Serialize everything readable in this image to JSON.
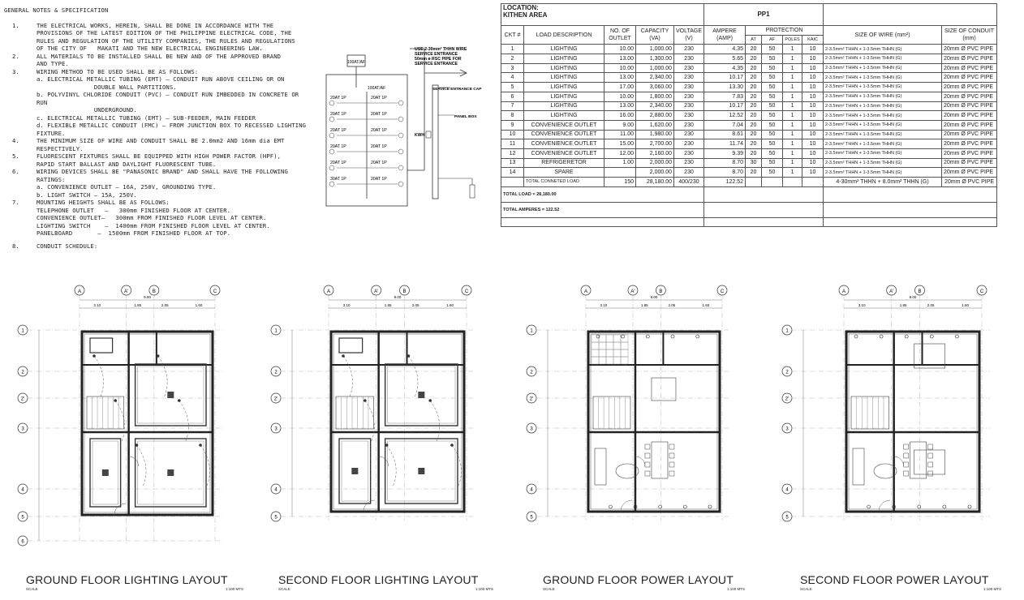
{
  "notes": {
    "title": "GENERAL NOTES & SPECIFICATION",
    "items": [
      {
        "num": "1.",
        "text": "THE ELECTRICAL WORKS, HEREIN, SHALL BE DONE IN ACCORDANCE WITH THE\nPROVISIONS OF THE LATEST EDITION OF THE PHILIPPINE ELECTRICAL CODE, THE\nRULES AND REGULATION OF THE UTILITY COMPANIES, THE RULES AND REGULATIONS\nOF THE CITY OF   MAKATI AND THE NEW ELECTRICAL ENGINEERING LAW."
      },
      {
        "num": "2.",
        "text": "ALL MATERIALS TO BE INSTALLED SHALL BE NEW AND OF THE APPROVED BRAND\nAND TYPE."
      },
      {
        "num": "3.",
        "text": "WIRING METHOD TO BE USED SHALL BE AS FOLLOWS:\na. ELECTRICAL METALLIC TUBING (EMT) — CONDUIT RUN ABOVE CEILING OR ON\n                DOUBLE WALL PARTITIONS.\nb. POLYVINYL CHLORIDE CONDUIT (PVC) — CONDUIT RUN IMBEDDED IN CONCRETE OR RUN\n                UNDERGROUND.\nc. ELECTRICAL METALLIC TUBING (EMT) — SUB-FEEDER, MAIN FEEDER\nd. FLEXIBLE METALLIC CONDUIT (FMC) — FROM JUNCTION BOX TO RECESSED LIGHTING FIXTURE."
      },
      {
        "num": "4.",
        "text": "THE MINIMUM SIZE OF WIRE AND CONDUIT SHALL BE 2.0mm2 AND 16mm dia EMT\nRESPECTIVELY."
      },
      {
        "num": "5.",
        "text": "FLUORESCENT FIXTURES SHALL BE EQUIPPED WITH HIGH POWER FACTOR (HPF),\nRAPID START BALLAST AND DAYLIGHT FLUORESCENT TUBE."
      },
      {
        "num": "6.",
        "text": "WIRING DEVICES SHALL BE \"PANASONIC BRAND\" AND SHALL HAVE THE FOLLOWING RATINGS:\na. CONVENIENCE OUTLET — 16A, 250V, GROUNDING TYPE.\nb. LIGHT SWITCH — 15A, 250V."
      },
      {
        "num": "7.",
        "text": "MOUNTING HEIGHTS SHALL BE AS FOLLOWS:\nTELEPHONE OUTLET   —   300mm FINISHED FLOOR AT CENTER.\nCONVENIENCE OUTLET—   300mm FROM FINISHED FLOOR LEVEL AT CENTER.\nLIGHTING SWITCH    —  1400mm FROM FINISHED FLOOR LEVEL AT CENTER.\nPANELBOARD       —  1500mm FROM FINISHED FLOOR AT TOP."
      },
      {
        "num": "8.",
        "text": "CONDUIT SCHEDULE:"
      }
    ]
  },
  "panel_diagram": {
    "main_breaker": "100AT/AF",
    "sub_breaker": "100AT/AF",
    "breakers": [
      "20AT 1P",
      "20AT 1P",
      "20AT 1P",
      "20AT 1P",
      "20AT 1P",
      "20AT 1P",
      "20AT 1P",
      "20AT 1P",
      "20AT 1P",
      "20AT 1P",
      "30AT 1P",
      "20AT 1P"
    ],
    "service_note": "USE 2-30mm² THHN WIRE\nSERVICE ENTRANCE\n50mm ø RSC PIPE FOR\nSERVICE ENTRANCE",
    "entrance_cap": "SERVICE ENTRANCE CAP",
    "panel_box": "PANEL BOX",
    "kwh": "KWH"
  },
  "schedule": {
    "location_label": "LOCATION:",
    "location_value": "KITHEN AREA",
    "panel": "PP1",
    "headers": {
      "ckt": "CKT #",
      "load": "LOAD DESCRIPTION",
      "outlet": "NO. OF OUTLET",
      "capacity": "CAPACITY (VA)",
      "voltage": "VOLTAGE (V)",
      "ampere": "AMPERE (AMP)",
      "protection": "PROTECTION",
      "at": "AT",
      "af": "AF",
      "poles": "POLES",
      "kaic": "KAIC",
      "wire": "SIZE OF WIRE (mm²)",
      "conduit": "SIZE OF CONDUIT (mm)"
    },
    "rows": [
      {
        "ckt": "1",
        "load": "LIGHTING",
        "outlet": "10.00",
        "capacity": "1,000.00",
        "voltage": "230",
        "ampere": "4.35",
        "at": "20",
        "af": "50",
        "poles": "1",
        "kaic": "10",
        "wire": "2-3.5mm² THHN + 1-3.5mm THHN (G)",
        "conduit": "20mm Ø PVC PIPE"
      },
      {
        "ckt": "2",
        "load": "LIGHTING",
        "outlet": "13.00",
        "capacity": "1,300.00",
        "voltage": "230",
        "ampere": "5.65",
        "at": "20",
        "af": "50",
        "poles": "1",
        "kaic": "10",
        "wire": "2-3.5mm² THHN + 1-3.5mm THHN (G)",
        "conduit": "20mm Ø PVC PIPE"
      },
      {
        "ckt": "3",
        "load": "LIGHTING",
        "outlet": "10.00",
        "capacity": "1,000.00",
        "voltage": "230",
        "ampere": "4.35",
        "at": "20",
        "af": "50",
        "poles": "1",
        "kaic": "10",
        "wire": "2-3.5mm² THHN + 1-3.5mm THHN (G)",
        "conduit": "20mm Ø PVC PIPE"
      },
      {
        "ckt": "4",
        "load": "LIGHTING",
        "outlet": "13.00",
        "capacity": "2,340.00",
        "voltage": "230",
        "ampere": "10.17",
        "at": "20",
        "af": "50",
        "poles": "1",
        "kaic": "10",
        "wire": "2-3.5mm² THHN + 1-3.5mm THHN (G)",
        "conduit": "20mm Ø PVC PIPE"
      },
      {
        "ckt": "5",
        "load": "LIGHTING",
        "outlet": "17.00",
        "capacity": "3,060.00",
        "voltage": "230",
        "ampere": "13.30",
        "at": "20",
        "af": "50",
        "poles": "1",
        "kaic": "10",
        "wire": "2-3.5mm² THHN + 1-3.5mm THHN (G)",
        "conduit": "20mm Ø PVC PIPE"
      },
      {
        "ckt": "6",
        "load": "LIGHTING",
        "outlet": "10.00",
        "capacity": "1,800.00",
        "voltage": "230",
        "ampere": "7.83",
        "at": "20",
        "af": "50",
        "poles": "1",
        "kaic": "10",
        "wire": "2-3.5mm² THHN + 1-3.5mm THHN (G)",
        "conduit": "20mm Ø PVC PIPE"
      },
      {
        "ckt": "7",
        "load": "LIGHTING",
        "outlet": "13.00",
        "capacity": "2,340.00",
        "voltage": "230",
        "ampere": "10.17",
        "at": "20",
        "af": "50",
        "poles": "1",
        "kaic": "10",
        "wire": "2-3.5mm² THHN + 1-3.5mm THHN (G)",
        "conduit": "20mm Ø PVC PIPE"
      },
      {
        "ckt": "8",
        "load": "LIGHTING",
        "outlet": "16.00",
        "capacity": "2,880.00",
        "voltage": "230",
        "ampere": "12.52",
        "at": "20",
        "af": "50",
        "poles": "1",
        "kaic": "10",
        "wire": "2-3.5mm² THHN + 1-3.5mm THHN (G)",
        "conduit": "20mm Ø PVC PIPE"
      },
      {
        "ckt": "9",
        "load": "CONVENIENCE OUTLET",
        "outlet": "9.00",
        "capacity": "1,620.00",
        "voltage": "230",
        "ampere": "7.04",
        "at": "20",
        "af": "50",
        "poles": "1",
        "kaic": "10",
        "wire": "2-3.5mm² THHN + 1-3.5mm THHN (G)",
        "conduit": "20mm Ø PVC PIPE"
      },
      {
        "ckt": "10",
        "load": "CONVENIENCE OUTLET",
        "outlet": "11.00",
        "capacity": "1,980.00",
        "voltage": "230",
        "ampere": "8.61",
        "at": "20",
        "af": "50",
        "poles": "1",
        "kaic": "10",
        "wire": "2-3.5mm² THHN + 1-3.5mm THHN (G)",
        "conduit": "20mm Ø PVC PIPE"
      },
      {
        "ckt": "11",
        "load": "CONVENIENCE OUTLET",
        "outlet": "15.00",
        "capacity": "2,700.00",
        "voltage": "230",
        "ampere": "11.74",
        "at": "20",
        "af": "50",
        "poles": "1",
        "kaic": "10",
        "wire": "2-3.5mm² THHN + 1-3.5mm THHN (G)",
        "conduit": "20mm Ø PVC PIPE"
      },
      {
        "ckt": "12",
        "load": "CONVENIENCE OUTLET",
        "outlet": "12.00",
        "capacity": "2,160.00",
        "voltage": "230",
        "ampere": "9.39",
        "at": "20",
        "af": "50",
        "poles": "1",
        "kaic": "10",
        "wire": "2-3.5mm² THHN + 1-3.5mm THHN (G)",
        "conduit": "20mm Ø PVC PIPE"
      },
      {
        "ckt": "13",
        "load": "REFRIGERETOR",
        "outlet": "1.00",
        "capacity": "2,000.00",
        "voltage": "230",
        "ampere": "8.70",
        "at": "30",
        "af": "50",
        "poles": "1",
        "kaic": "10",
        "wire": "2-3.5mm² THHN + 1-3.5mm THHN (G)",
        "conduit": "20mm Ø PVC PIPE"
      },
      {
        "ckt": "14",
        "load": "SPARE",
        "outlet": "",
        "capacity": "2,000.00",
        "voltage": "230",
        "ampere": "8.70",
        "at": "20",
        "af": "50",
        "poles": "1",
        "kaic": "10",
        "wire": "2-3.5mm² THHN + 1-3.5mm THHN (G)",
        "conduit": "20mm Ø PVC PIPE"
      }
    ],
    "total": {
      "label": "TOTAL CONNETED LOAD",
      "outlet": "150",
      "capacity": "28,180.00",
      "voltage": "400/230",
      "ampere": "122.52",
      "wire": "4-30mm² THHN + 8.0mm² THHN (G)",
      "conduit": "20mm Ø PVC PIPE"
    },
    "total_load": "TOTAL LOAD = 28,180.00",
    "total_amperes": "TOTAL AMPERES = 122.52"
  },
  "plans": [
    {
      "title": "GROUND FLOOR LIGHTING LAYOUT",
      "sub_left": "SCALE",
      "sub_right": "1:100 MTS"
    },
    {
      "title": "SECOND FLOOR LIGHTING LAYOUT",
      "sub_left": "SCALE",
      "sub_right": "1:100 MTS"
    },
    {
      "title": "GROUND FLOOR POWER LAYOUT",
      "sub_left": "SCALE",
      "sub_right": "1:100 MTS"
    },
    {
      "title": "SECOND FLOOR POWER LAYOUT",
      "sub_left": "SCALE",
      "sub_right": "1:100 MTS"
    }
  ],
  "grid": {
    "columns": [
      "A",
      "A'",
      "B",
      "C"
    ],
    "rows": [
      "1",
      "2",
      "2'",
      "3",
      "4",
      "5",
      "6"
    ],
    "total_width": "9.00",
    "spans": [
      "3.10",
      "1.85",
      "2.05",
      "1.60"
    ]
  }
}
